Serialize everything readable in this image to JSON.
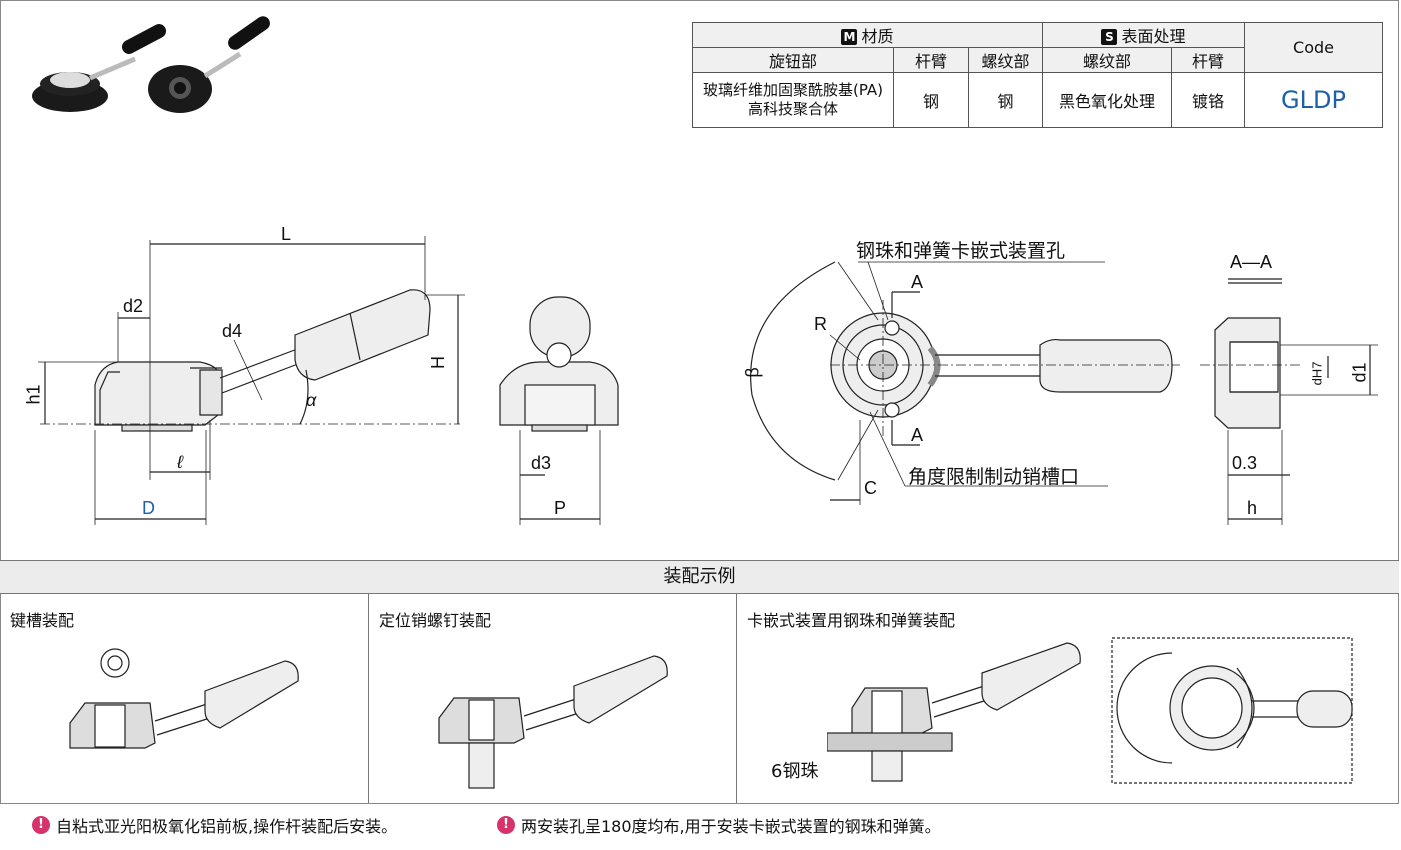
{
  "table": {
    "material_header": "材质",
    "material_badge": "M",
    "surface_header": "表面处理",
    "surface_badge": "S",
    "code_header": "Code",
    "sub_headers": [
      "旋钮部",
      "杆臂",
      "螺纹部",
      "螺纹部",
      "杆臂"
    ],
    "row": {
      "knob_material_line1": "玻璃纤维加固聚酰胺基(PA)",
      "knob_material_line2": "高科技聚合体",
      "arm_material": "钢",
      "thread_material": "钢",
      "thread_surface": "黑色氧化处理",
      "arm_surface": "镀铬",
      "code": "GLDP"
    }
  },
  "drawing": {
    "side_labels": {
      "L": "L",
      "d2": "d2",
      "d4": "d4",
      "H": "H",
      "h1": "h1",
      "alpha": "α",
      "l": "ℓ",
      "D": "D"
    },
    "front_labels": {
      "d3": "d3",
      "P": "P"
    },
    "top_labels": {
      "callout_top": "钢珠和弹簧卡嵌式装置孔",
      "A_top": "A",
      "A_bottom": "A",
      "R": "R",
      "beta": "β",
      "C": "C",
      "callout_bottom": "角度限制制动销槽口"
    },
    "section_labels": {
      "title": "A—A",
      "dH7": "dH7",
      "d1": "d1",
      "gap": "0.3",
      "h": "h"
    }
  },
  "colors": {
    "code_blue": "#1d5fa8",
    "note_icon": "#d6336c"
  },
  "assembly": {
    "title": "装配示例",
    "col1_label": "键槽装配",
    "col2_label": "定位销螺钉装配",
    "col3_label": "卡嵌式装置用钢珠和弹簧装配",
    "ball_label": "6钢珠"
  },
  "notes": [
    "自粘式亚光阳极氧化铝前板,操作杆装配后安装。",
    "两安装孔呈180度均布,用于安装卡嵌式装置的钢珠和弹簧。"
  ],
  "icons": {
    "note": "info-icon"
  }
}
